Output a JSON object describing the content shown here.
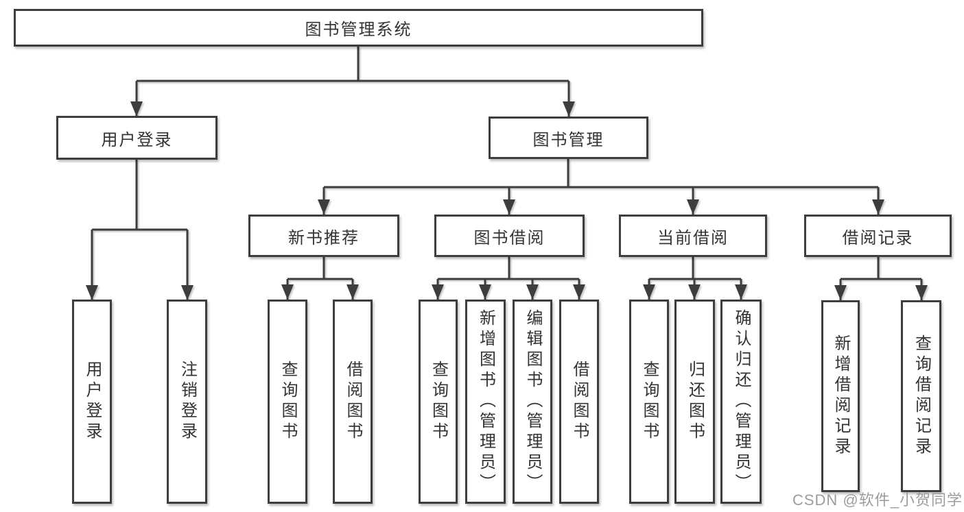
{
  "tree": {
    "label": "图书管理系统",
    "children": [
      {
        "label": "用户登录",
        "children": [
          {
            "label": "用户登录"
          },
          {
            "label": "注销登录"
          }
        ]
      },
      {
        "label": "图书管理",
        "children": [
          {
            "label": "新书推荐",
            "children": [
              {
                "label": "查询图书"
              },
              {
                "label": "借阅图书"
              }
            ]
          },
          {
            "label": "图书借阅",
            "children": [
              {
                "label": "查询图书"
              },
              {
                "label": "新增图书（管理员）"
              },
              {
                "label": "编辑图书（管理员）"
              },
              {
                "label": "借阅图书"
              }
            ]
          },
          {
            "label": "当前借阅",
            "children": [
              {
                "label": "查询图书"
              },
              {
                "label": "归还图书"
              },
              {
                "label": "确认归还（管理员）"
              }
            ]
          },
          {
            "label": "借阅记录",
            "children": [
              {
                "label": "新增借阅记录"
              },
              {
                "label": "查询借阅记录"
              }
            ]
          }
        ]
      }
    ]
  },
  "watermark": {
    "text": "CSDN @软件_小贺同学"
  },
  "colors": {
    "line": "#3d3d3d",
    "text": "#333333",
    "background": "#ffffff",
    "watermark": "#9c9c9f"
  }
}
